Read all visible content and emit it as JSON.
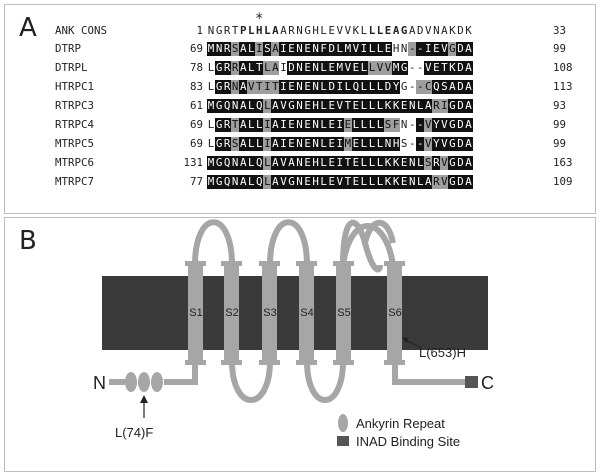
{
  "panelA": {
    "letter": "A",
    "star": "*",
    "consensus": {
      "name": "ANK CONS",
      "start": "1",
      "seq": "NGRTPLHLAARNGHLEVVKLLLEAGADVNAKDK",
      "bold": "0000111110000000000011111000000000",
      "end": "33"
    },
    "rows": [
      {
        "name": "DTRP",
        "start": "69",
        "seq": "MNRSALISAIENENFDLMVILLEHN--IEVGDA",
        "mask": "bbbgbbgbgbbbbbbbbbbbbbb00gbbbbgbb",
        "end": "99"
      },
      {
        "name": "DTRPL",
        "start": "78",
        "seq": "LGRRALTLAIDNENLEMVELLVVMG--VETKDA",
        "mask": "0bbgbbbgg0bbbbbbbbbbgggbb00bbbbbb",
        "end": "108"
      },
      {
        "name": "HTRPC1",
        "start": "83",
        "seq": "LGRNAVTITIENENLDILQLLLDYG--CQSADA",
        "mask": "0bbgbggggbbbbbbbbbbbbbbb00ggbbbbb",
        "end": "113"
      },
      {
        "name": "RTRPC3",
        "start": "61",
        "seq": "MGQNALQLAVGNEHLEVTELLLKKENLARIGDA",
        "mask": "bbbbbbbgbbbbbbbbbbbbbbbbbbbbggbbb",
        "end": "93"
      },
      {
        "name": "RTRPC4",
        "start": "69",
        "seq": "LGRTALLIAIENENLEIELLLLSFN--VYVGDA",
        "mask": "0bbgbbbgbbbbbbbbbgbbbbgg00bgbbbbb",
        "end": "99"
      },
      {
        "name": "MTRPC5",
        "start": "69",
        "seq": "LGRSALLIAIENENLEIMELLLNHS--VYVGDA",
        "mask": "0bbgbbbgbbbbbbbbbgbbbbbb00bgbbbbb",
        "end": "99"
      },
      {
        "name": "MTRPC6",
        "start": "131",
        "seq": "MGQNALQLAVANEHLEITELLLKKENLSRVGDA",
        "mask": "bbbbbbbgbbbbbbbbbbbbbbbbbbbgbgbbb",
        "end": "163"
      },
      {
        "name": "MTRPC7",
        "start": "77",
        "seq": "MGQNALQLAVGNEHLEVTELLLKKENLARVGDA",
        "mask": "bbbbbbbgbbbbbbbbbbbbbbbbbbbbggbbb",
        "end": "109"
      }
    ]
  },
  "panelB": {
    "letter": "B",
    "segments": [
      "S1",
      "S2",
      "S3",
      "S4",
      "S5",
      "S6"
    ],
    "n_term": "N",
    "c_term": "C",
    "mutation1": "L(653)H",
    "mutation2": "L(74)F",
    "legend": [
      {
        "label": "Ankyrin Repeat",
        "shape": "ankyrin-oval"
      },
      {
        "label": "INAD Binding Site",
        "shape": "inad-square"
      }
    ],
    "colors": {
      "membrane": "#3a3a3a",
      "helix": "#a6a6a6",
      "loop": "#a6a6a6",
      "inad": "#555555"
    }
  }
}
